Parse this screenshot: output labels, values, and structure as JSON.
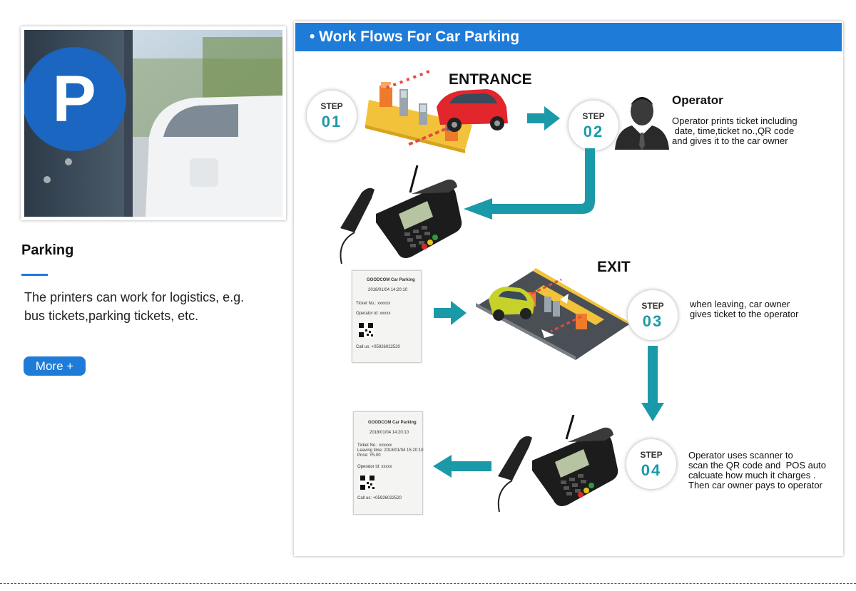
{
  "left": {
    "section_title": "Parking",
    "description": "The printers can work for logistics, e.g. bus tickets,parking tickets, etc.",
    "more_button": "More +"
  },
  "panel": {
    "title": "• Work Flows For Car Parking",
    "entrance_label": "ENTRANCE",
    "exit_label": "EXIT",
    "steps": [
      {
        "word": "STEP",
        "number": "01"
      },
      {
        "word": "STEP",
        "number": "02"
      },
      {
        "word": "STEP",
        "number": "03"
      },
      {
        "word": "STEP",
        "number": "04"
      }
    ],
    "operator_label": "Operator",
    "operator_text": [
      "Operator prints ticket including",
      " date, time,ticket no.,QR code",
      "and gives it to the car owner"
    ],
    "step3_text": [
      "when leaving, car owner",
      "gives ticket to the operator"
    ],
    "step4_text": [
      "Operator uses scanner to",
      "scan the QR code and  POS auto",
      "calcuate how much it charges .",
      "Then car owner pays to operator"
    ],
    "ticket1": {
      "header": "GOODCOM Car Parking",
      "date": "2018/01/04   14:20:10",
      "ticket_no": "Ticket No.: xxxxxx",
      "operator": "Operator id: xxxxx",
      "call": "Call us: +05926022520"
    },
    "ticket2": {
      "header": "GOODCOM Car Parking",
      "date": "2018/01/04   14:20:10",
      "ticket_no": "Ticket No.: xxxxxx",
      "leaving": "Leaving time: 2018/01/04    15:20:10",
      "price": "Price: Y5.00",
      "operator": "Operator id: xxxxx",
      "call": "Call us: +05926022520"
    }
  },
  "colors": {
    "accent": "#1e7bd8",
    "flow_arrow": "#1a9aa8"
  }
}
